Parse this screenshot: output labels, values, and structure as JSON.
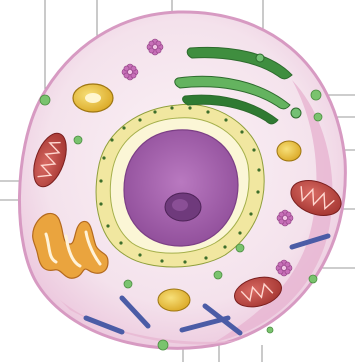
{
  "figure": {
    "labels": [],
    "leader_lines": {
      "top_count": 4,
      "left_count": 2,
      "right_count": 5,
      "bottom_count": 3
    }
  },
  "colors": {
    "background": "#ffffff",
    "cytoplasm": "#f2dde8",
    "membrane": "#d890bf",
    "nucleus_outer": "#c77dc4",
    "nucleus_inner": "#9d55a3",
    "nucleolus": "#6f3a7c",
    "er": "#f3eba5",
    "er_outline": "#8d9f3a",
    "golgi_dark": "#3a8a3a",
    "golgi_light": "#74c074",
    "mitochondrion": "#b8423f",
    "mito_cristae": "#7a1f1f",
    "smooth_er": "#e3982f",
    "lysosome": "#f2c43b",
    "vesicle_green": "#79c26d",
    "centriole": "#4c5ea8",
    "centrosome": "#c06bb0",
    "leader_line": "#666666"
  },
  "icons": [
    "cell-membrane-icon",
    "nucleus-icon",
    "nucleolus-icon",
    "rough-er-icon",
    "golgi-apparatus-icon",
    "mitochondrion-icon",
    "smooth-er-icon",
    "lysosome-icon",
    "vesicle-icon",
    "centriole-icon",
    "centrosome-icon"
  ]
}
